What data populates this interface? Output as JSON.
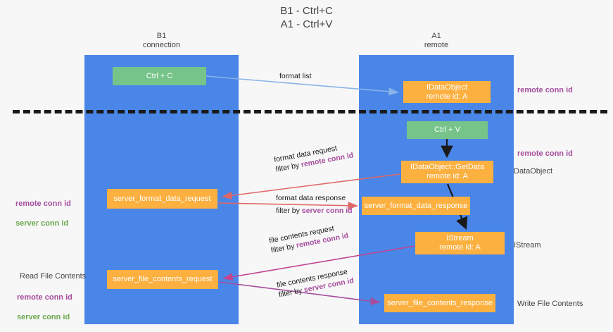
{
  "title": "B1 - Ctrl+C\nA1 - Ctrl+V",
  "lanes": [
    {
      "name": "b1",
      "label": "B1\nconnection",
      "color": "#4a86e8"
    },
    {
      "name": "a1",
      "label": "A1\nremote",
      "color": "#4a86e8"
    }
  ],
  "nodes": {
    "ctrl_c": {
      "label": "Ctrl + C",
      "color": "#76c48a",
      "lane": "b1"
    },
    "data_object": {
      "label": "IDataObject\nremote id: A",
      "color": "#fbb040",
      "lane": "a1"
    },
    "ctrl_v": {
      "label": "Ctrl + V",
      "color": "#76c48a",
      "lane": "a1"
    },
    "get_data": {
      "label": "IDataObject::GetData\nremote id: A",
      "color": "#fbb040",
      "lane": "a1"
    },
    "server_format_data_request": {
      "label": "server_format_data_request",
      "color": "#fbb040",
      "lane": "b1"
    },
    "server_format_data_response": {
      "label": "server_format_data_response",
      "color": "#fbb040",
      "lane": "a1"
    },
    "istream": {
      "label": "IStream\nremote id: A",
      "color": "#fbb040",
      "lane": "a1"
    },
    "server_file_contents_request": {
      "label": "server_file_contents_request",
      "color": "#fbb040",
      "lane": "b1"
    },
    "server_file_contents_response": {
      "label": "server_file_contents_response",
      "color": "#fbb040",
      "lane": "a1"
    }
  },
  "edges": {
    "format_list": {
      "label": "format list",
      "color": "#8ab4e8"
    },
    "format_data_request": {
      "line1": "format data request",
      "prefix": "filter by ",
      "key": "remote conn id",
      "color": "#e06666"
    },
    "format_data_response": {
      "line1": "format data response",
      "prefix": "filter by ",
      "key": "server conn id",
      "color": "#e06666"
    },
    "file_contents_request": {
      "line1": "file contents request",
      "prefix": "filter by ",
      "key": "remote conn id",
      "color": "#c2458f"
    },
    "file_contents_response": {
      "line1": "file contents response",
      "prefix": "filter by ",
      "key": "server conn id",
      "color": "#a64d9e"
    }
  },
  "side_labels": {
    "remote_conn_id_top": "remote conn id",
    "remote_conn_id_mid": "remote conn id",
    "data_object": "DataObject",
    "istream": "IStream",
    "write_file_contents": "Write File Contents",
    "read_file_contents": "Read File Contents",
    "legend_remote": "remote conn id",
    "legend_server": "server conn id"
  },
  "colors": {
    "purple": "#a64d9e",
    "green_text": "#6aa84f",
    "lane_blue": "#4a86e8",
    "node_green": "#76c48a",
    "node_orange": "#fbb040",
    "divider": "#1a1a1a",
    "background": "#f7f7f7"
  }
}
